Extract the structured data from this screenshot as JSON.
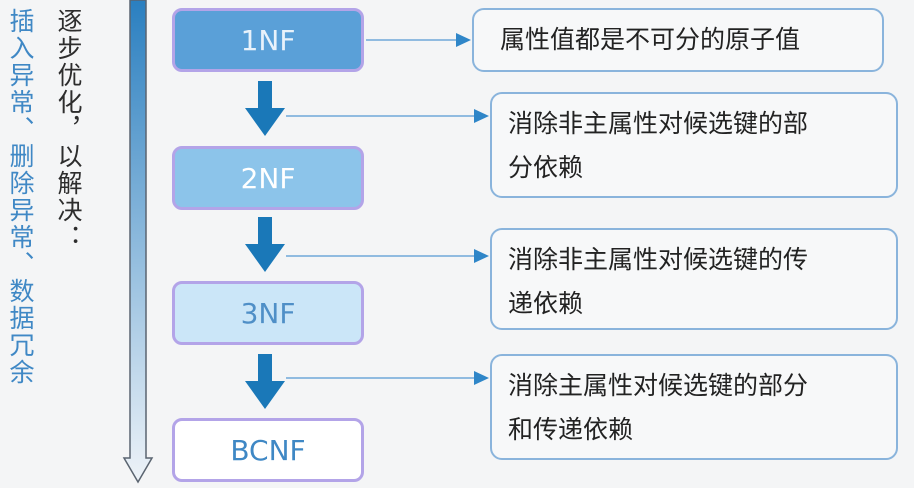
{
  "side_text": {
    "left": "插入异常、删除异常、数据冗余",
    "right": "逐步优化，以解决："
  },
  "normal_forms": [
    {
      "label": "1NF"
    },
    {
      "label": "2NF"
    },
    {
      "label": "3NF"
    },
    {
      "label": "BCNF"
    }
  ],
  "descriptions": [
    {
      "line1": "属性值都是不可分的原子值",
      "line2": ""
    },
    {
      "line1": "消除非主属性对候选键的部",
      "line2": "分依赖"
    },
    {
      "line1": "消除非主属性对候选键的传",
      "line2": "递依赖"
    },
    {
      "line1": "消除主属性对候选键的部分",
      "line2": "和传递依赖"
    }
  ],
  "colors": {
    "arrow_dark": "#1a78b8",
    "connector": "#6fa8d8",
    "box_border": "#b3a4e8"
  }
}
